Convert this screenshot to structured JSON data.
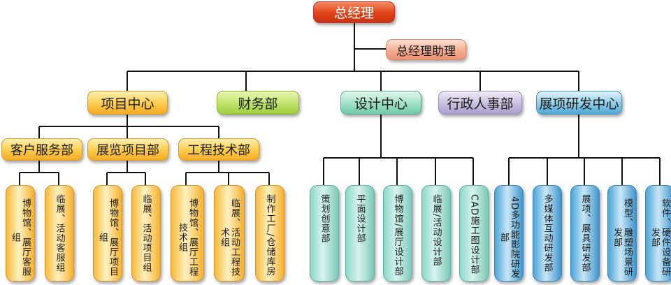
{
  "root": "总经理",
  "assistant": "总经理助理",
  "departments": [
    "项目中心",
    "财务部",
    "设计中心",
    "行政人事部",
    "展项研发中心"
  ],
  "project_center": {
    "divisions": [
      "客户服务部",
      "展览项目部",
      "工程技术部"
    ],
    "customer_service": [
      "博物馆、展厅客服组",
      "临展、活动客服组"
    ],
    "exhibition_projects": [
      "博物馆、展厅项目组",
      "临展、活动项目组"
    ],
    "engineering": [
      "博物馆、展厅工程技术组",
      "临展、活动工程技术组",
      "制作工厂/仓储库房"
    ]
  },
  "design_center": [
    "策划创意部",
    "平面设计部",
    "博物馆/展厅设计部",
    "临展/活动设计部",
    "CAD施工图设计部"
  ],
  "rd_center": [
    "4D多功能影院研发部",
    "多媒体互动研发部",
    "展项、展具研发部",
    "模型、雕塑场景研发部",
    "软件、硬件设备研发部"
  ]
}
